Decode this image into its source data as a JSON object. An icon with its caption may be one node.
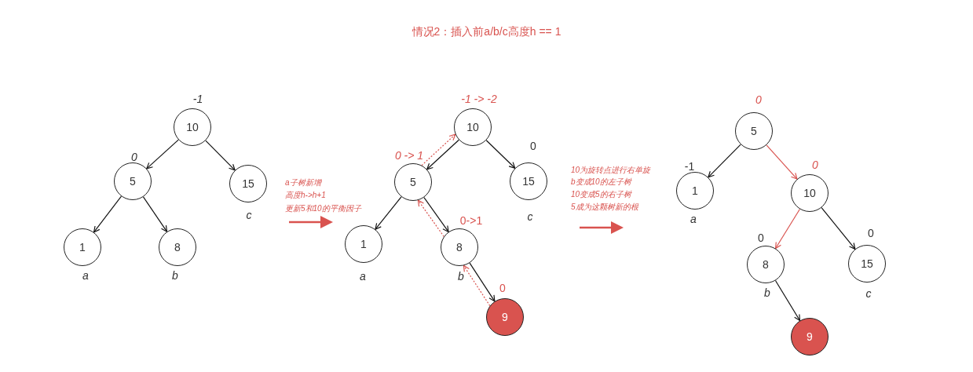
{
  "diagram": {
    "title": "情况2：插入前a/b/c高度h == 1",
    "nodes": [
      {
        "text": [
          "10"
        ],
        "beside": [
          "-1"
        ]
      },
      {
        "text": [
          "5"
        ],
        "beside": [
          "0"
        ]
      },
      {
        "text": [
          "15"
        ],
        "beside": [
          "c"
        ]
      },
      {
        "text": [
          "1"
        ],
        "beside": [
          "a"
        ]
      },
      {
        "text": [
          "8"
        ],
        "beside": [
          "b"
        ]
      },
      {
        "text": [
          "10"
        ],
        "beside": [
          "-1 -> -2"
        ]
      },
      {
        "text": [
          "5"
        ],
        "beside": [
          "0 -> 1"
        ]
      },
      {
        "text": [
          "15"
        ],
        "beside": [
          "0",
          "c"
        ]
      },
      {
        "text": [
          "1"
        ],
        "beside": [
          "a"
        ]
      },
      {
        "text": [
          "8"
        ],
        "beside": [
          "0->1",
          "b"
        ]
      },
      {
        "text": [
          "9"
        ],
        "beside": [
          "0"
        ]
      },
      {
        "text": [
          "5"
        ],
        "beside": [
          "0"
        ]
      },
      {
        "text": [
          "1"
        ],
        "beside": [
          "-1",
          "a"
        ]
      },
      {
        "text": [
          "10"
        ],
        "beside": [
          "0"
        ]
      },
      {
        "text": [
          "8"
        ],
        "beside": [
          "0",
          "b"
        ]
      },
      {
        "text": [
          "15"
        ],
        "beside": [
          "0",
          "c"
        ]
      },
      {
        "text": [
          "9"
        ]
      }
    ],
    "edges": [
      {
        "from": 0,
        "to": 1,
        "arrow": "to"
      },
      {
        "from": 0,
        "to": 2,
        "arrow": "to"
      },
      {
        "from": 1,
        "to": 3,
        "arrow": "to"
      },
      {
        "from": 1,
        "to": 4,
        "arrow": "to"
      },
      {
        "from": 5,
        "to": 6,
        "arrow": "to"
      },
      {
        "from": 5,
        "to": 7,
        "arrow": "to"
      },
      {
        "from": 6,
        "to": 8,
        "arrow": "to"
      },
      {
        "from": 6,
        "to": 9,
        "arrow": "to"
      },
      {
        "from": 9,
        "to": 10,
        "arrow": "to"
      },
      {
        "from": 10,
        "to": 9,
        "arrow": "to",
        "style": "dashed",
        "color": "#d9534f"
      },
      {
        "from": 9,
        "to": 6,
        "arrow": "to",
        "style": "dashed",
        "color": "#d9534f"
      },
      {
        "from": 6,
        "to": 5,
        "arrow": "to",
        "style": "dashed",
        "color": "#d9534f"
      },
      {
        "from": 11,
        "to": 12,
        "arrow": "to"
      },
      {
        "from": 11,
        "to": 13,
        "arrow": "to",
        "color": "#d9534f"
      },
      {
        "from": 13,
        "to": 14,
        "arrow": "to",
        "color": "#d9534f"
      },
      {
        "from": 13,
        "to": 15,
        "arrow": "to"
      },
      {
        "from": 14,
        "to": 16,
        "arrow": "to"
      }
    ],
    "labels": [
      "a子树新增",
      "高度h->h+1",
      "更新5和10的平衡因子",
      "10为旋转点进行右单旋",
      "b变成10的左子树",
      "10变成5的右子树",
      "5成为这颗树新的根"
    ]
  }
}
